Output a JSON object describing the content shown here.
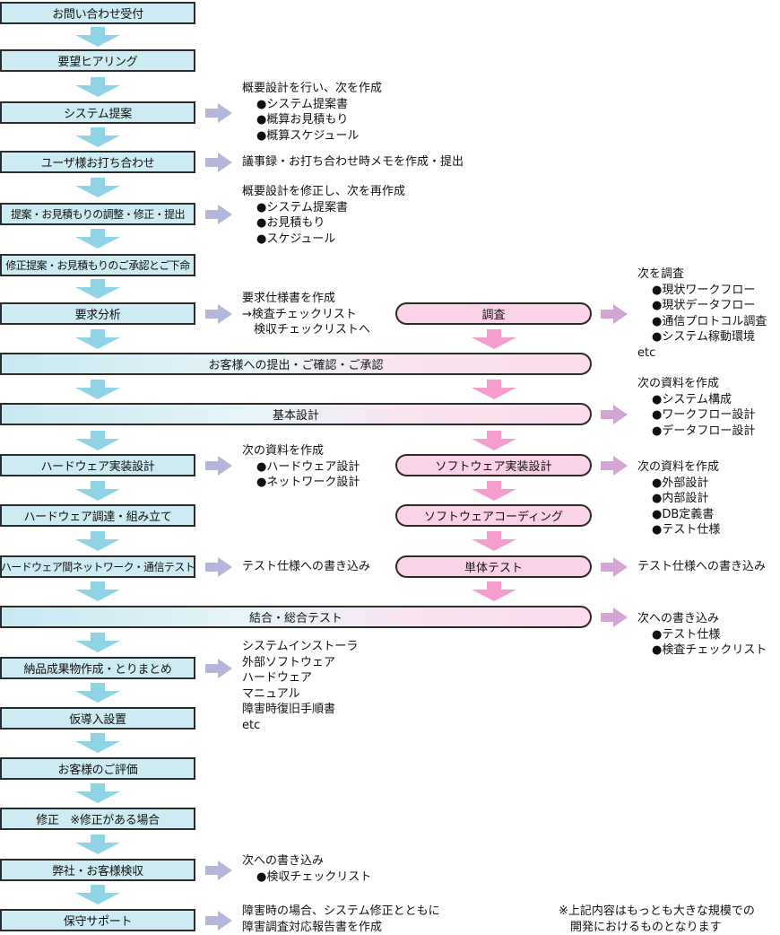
{
  "colors": {
    "main_box": "#cdebf2",
    "main_arrow": "#8fd4e6",
    "side_box": "#fbd2e8",
    "side_arrow": "#f59dce",
    "note_arrow_blue": "#b4b6dc",
    "note_arrow_pink": "#d4a5d4",
    "border": "#2b2b2b"
  },
  "main_steps": [
    "お問い合わせ受付",
    "要望ヒアリング",
    "システム提案",
    "ユーザ様お打ち合わせ",
    "提案・お見積もりの調整・修正・提出",
    "修正提案・お見積もりのご承認とご下命",
    "要求分析",
    "お客様への提出・ご確認・ご承認",
    "基本設計",
    "ハードウェア実装設計",
    "ハードウェア調達・組み立て",
    "ハードウェア間ネットワーク・通信テスト",
    "結合・総合テスト",
    "納品成果物作成・とりまとめ",
    "仮導入設置",
    "お客様のご評価",
    "修正　※修正がある場合",
    "弊社・お客様検収",
    "保守サポート"
  ],
  "side_steps": [
    "調査",
    "ソフトウェア実装設計",
    "ソフトウェアコーディング",
    "単体テスト"
  ],
  "notes": {
    "system_proposal": {
      "heading": "概要設計を行い、次を作成",
      "bullets": [
        "●システム提案書",
        "●概算お見積もり",
        "●概算スケジュール"
      ]
    },
    "user_meeting": {
      "heading": "議事録・お打ち合わせ時メモを作成・提出"
    },
    "proposal_adjust": {
      "heading": "概要設計を修正し、次を再作成",
      "bullets": [
        "●システム提案書",
        "●お見積もり",
        "●スケジュール"
      ]
    },
    "requirements": {
      "lines": [
        "要求仕様書を作成",
        "→検査チェックリスト",
        "　検収チェックリストへ"
      ]
    },
    "survey": {
      "heading": "次を調査",
      "bullets": [
        "●現状ワークフロー",
        "●現状データフロー",
        "●通信プロトコル調査",
        "●システム稼動環境"
      ],
      "tail": "etc"
    },
    "basic_design": {
      "heading": "次の資料を作成",
      "bullets": [
        "●システム構成",
        "●ワークフロー設計",
        "●データフロー設計"
      ]
    },
    "hw_design": {
      "heading": "次の資料を作成",
      "bullets": [
        "●ハードウェア設計",
        "●ネットワーク設計"
      ]
    },
    "sw_design": {
      "heading": "次の資料を作成",
      "bullets": [
        "●外部設計",
        "●内部設計",
        "●DB定義書",
        "●テスト仕様"
      ]
    },
    "hw_test": {
      "heading": "テスト仕様への書き込み"
    },
    "unit_test": {
      "heading": "テスト仕様への書き込み"
    },
    "integration": {
      "heading": "次への書き込み",
      "bullets": [
        "●テスト仕様",
        "●検査チェックリスト"
      ]
    },
    "deliverables": {
      "lines": [
        "システムインストーラ",
        "外部ソフトウェア",
        "ハードウェア",
        "マニュアル",
        "障害時復旧手順書",
        "etc"
      ]
    },
    "acceptance": {
      "heading": "次への書き込み",
      "bullets": [
        "●検収チェックリスト"
      ]
    },
    "support": {
      "lines": [
        "障害時の場合、システム修正とともに",
        "障害調査対応報告書を作成"
      ]
    },
    "footnote": {
      "lines": [
        "※上記内容はもっとも大きな規模での",
        "　開発におけるものとなります"
      ]
    }
  }
}
